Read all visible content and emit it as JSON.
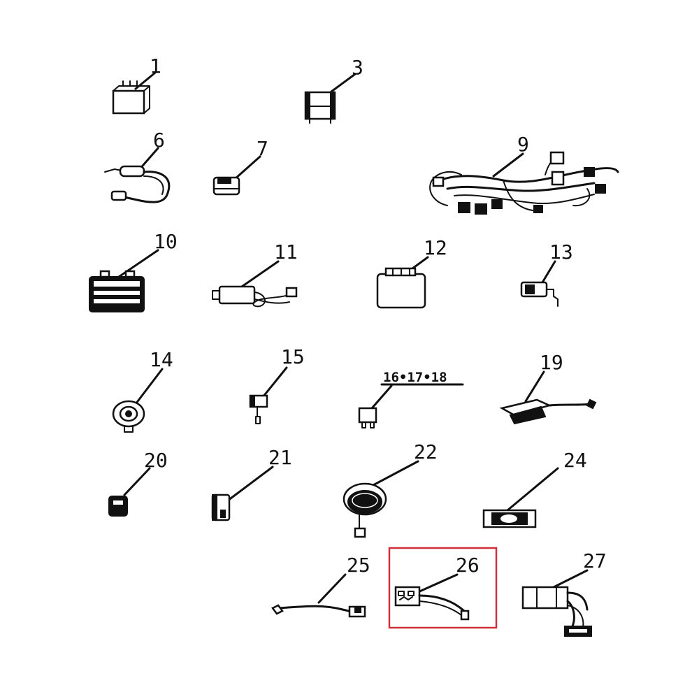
{
  "parts": [
    {
      "id": "p1",
      "label": "1",
      "interactable": true
    },
    {
      "id": "p3",
      "label": "3",
      "interactable": true
    },
    {
      "id": "p6",
      "label": "6",
      "interactable": true
    },
    {
      "id": "p7",
      "label": "7",
      "interactable": true
    },
    {
      "id": "p9",
      "label": "9",
      "interactable": true
    },
    {
      "id": "p10",
      "label": "10",
      "interactable": true
    },
    {
      "id": "p11",
      "label": "11",
      "interactable": true
    },
    {
      "id": "p12",
      "label": "12",
      "interactable": true
    },
    {
      "id": "p13",
      "label": "13",
      "interactable": true
    },
    {
      "id": "p14",
      "label": "14",
      "interactable": true
    },
    {
      "id": "p15",
      "label": "15",
      "interactable": true
    },
    {
      "id": "p16",
      "label": "16•17•18",
      "interactable": true
    },
    {
      "id": "p19",
      "label": "19",
      "interactable": true
    },
    {
      "id": "p20",
      "label": "20",
      "interactable": true
    },
    {
      "id": "p21",
      "label": "21",
      "interactable": true
    },
    {
      "id": "p22",
      "label": "22",
      "interactable": true
    },
    {
      "id": "p24",
      "label": "24",
      "interactable": true
    },
    {
      "id": "p25",
      "label": "25",
      "interactable": true
    },
    {
      "id": "p26",
      "label": "26",
      "interactable": true,
      "highlighted": true
    },
    {
      "id": "p27",
      "label": "27",
      "interactable": true
    }
  ],
  "colors": {
    "ink": "#111111",
    "highlight": "#d0303a",
    "background": "#ffffff"
  }
}
